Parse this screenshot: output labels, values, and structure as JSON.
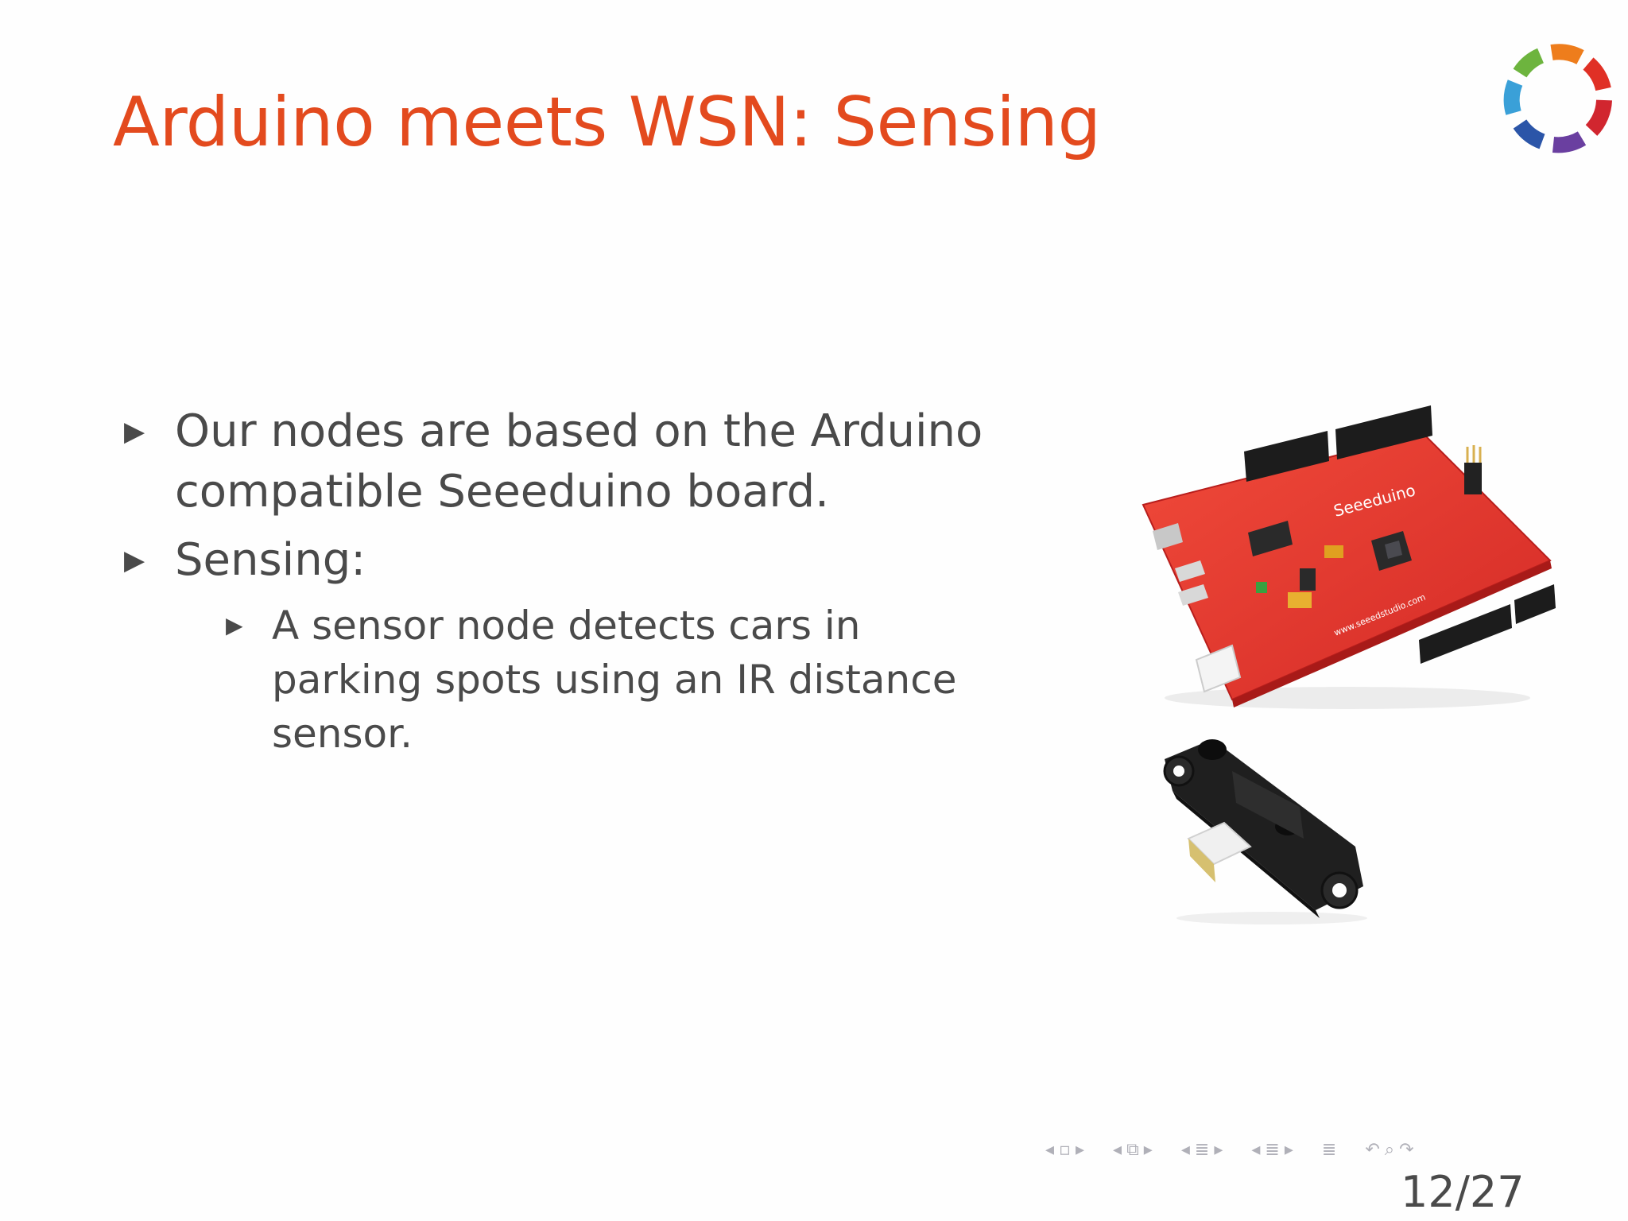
{
  "slide": {
    "title": "Arduino meets WSN: Sensing",
    "bullets": [
      {
        "text": "Our nodes are based on the Arduino compatible Seeeduino board."
      },
      {
        "text": "Sensing:"
      }
    ],
    "sub_bullets": [
      {
        "text": "A sensor node detects cars in parking spots using an IR distance sensor."
      }
    ],
    "page_number": "12/27"
  },
  "board_image": {
    "brand_text": "Seeeduino",
    "url_text": "www.seeedstudio.com"
  },
  "icons": {
    "bullet": "triangle-right-icon",
    "logo": "pinwheel-logo-icon"
  },
  "colors": {
    "title": "#e34a1e",
    "text": "#4a4a4a",
    "board_red": "#e8302c",
    "nav": "#b0b0b8"
  }
}
